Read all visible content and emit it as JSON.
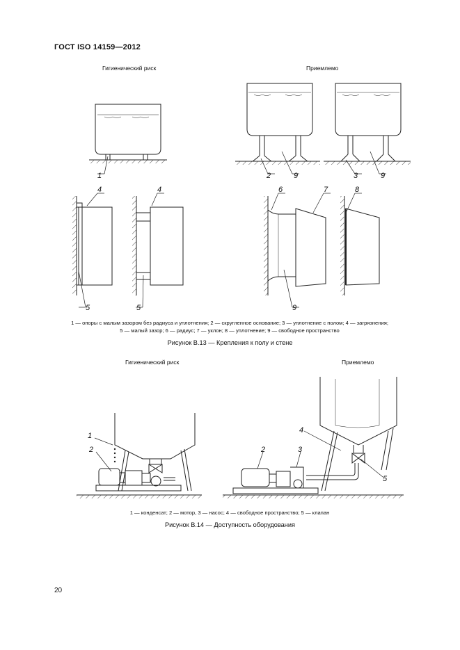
{
  "header": {
    "doc_id": "ГОСТ ISO 14159—2012"
  },
  "fig13": {
    "label_left": "Гигиенический риск",
    "label_right": "Приемлемо",
    "legend_line1": "1 — опоры с малым зазором без радиуса и уплотнения; 2 — скругленное основание; 3 — уплотнение с полом; 4 — загрязнения;",
    "legend_line2": "5 — малый зазор; 6 — радиус; 7 — уклон; 8 — уплотнение; 9 — свободное пространство",
    "caption": "Рисунок В.13 — Крепления к полу и стене",
    "callouts": [
      "1",
      "2",
      "9",
      "3",
      "9",
      "4",
      "4",
      "6",
      "7",
      "8",
      "5",
      "5",
      "9"
    ]
  },
  "fig14": {
    "label_left": "Гигиенический риск",
    "label_right": "Приемлемо",
    "legend": "1 — конденсат; 2 — мотор, 3 — насос; 4 — свободное пространство; 5 — клапан",
    "caption": "Рисунок В.14 — Доступность оборудования",
    "callouts": [
      "1",
      "2",
      "2",
      "3",
      "4",
      "5"
    ]
  },
  "footer": {
    "page_number": "20"
  }
}
